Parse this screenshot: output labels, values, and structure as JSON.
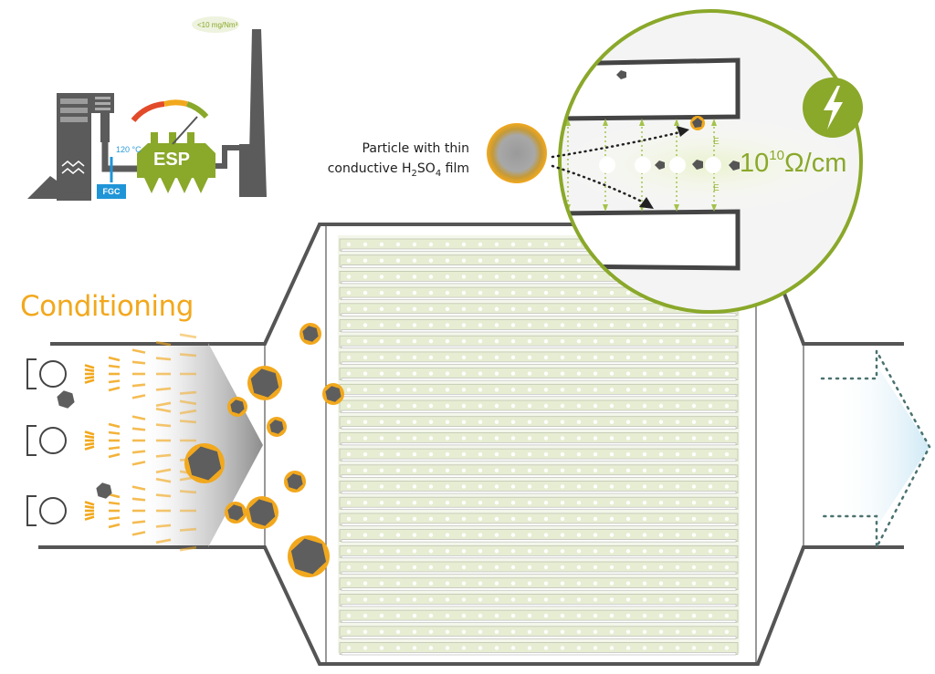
{
  "title": "Conditioning",
  "particle_label": {
    "line1": "Particle with thin",
    "line2_prefix": "conductive H",
    "sub2": "2",
    "mid": "SO",
    "sub4": "4",
    "suffix": " film"
  },
  "resistivity": {
    "base": "10",
    "exp": "10",
    "unit": "Ω/cm"
  },
  "field_label": "E",
  "plant": {
    "temperature": "120 °C",
    "fgc": "FGC",
    "esp": "ESP",
    "emission": "<10 mg/Nm³"
  },
  "colors": {
    "accent_orange": "#f2a81d",
    "accent_green": "#8aa82a",
    "duct_gray": "#555555",
    "fgc_blue": "#1f95d8"
  },
  "icons": [
    "lightning-icon",
    "nozzle-icon",
    "particle-icon"
  ]
}
